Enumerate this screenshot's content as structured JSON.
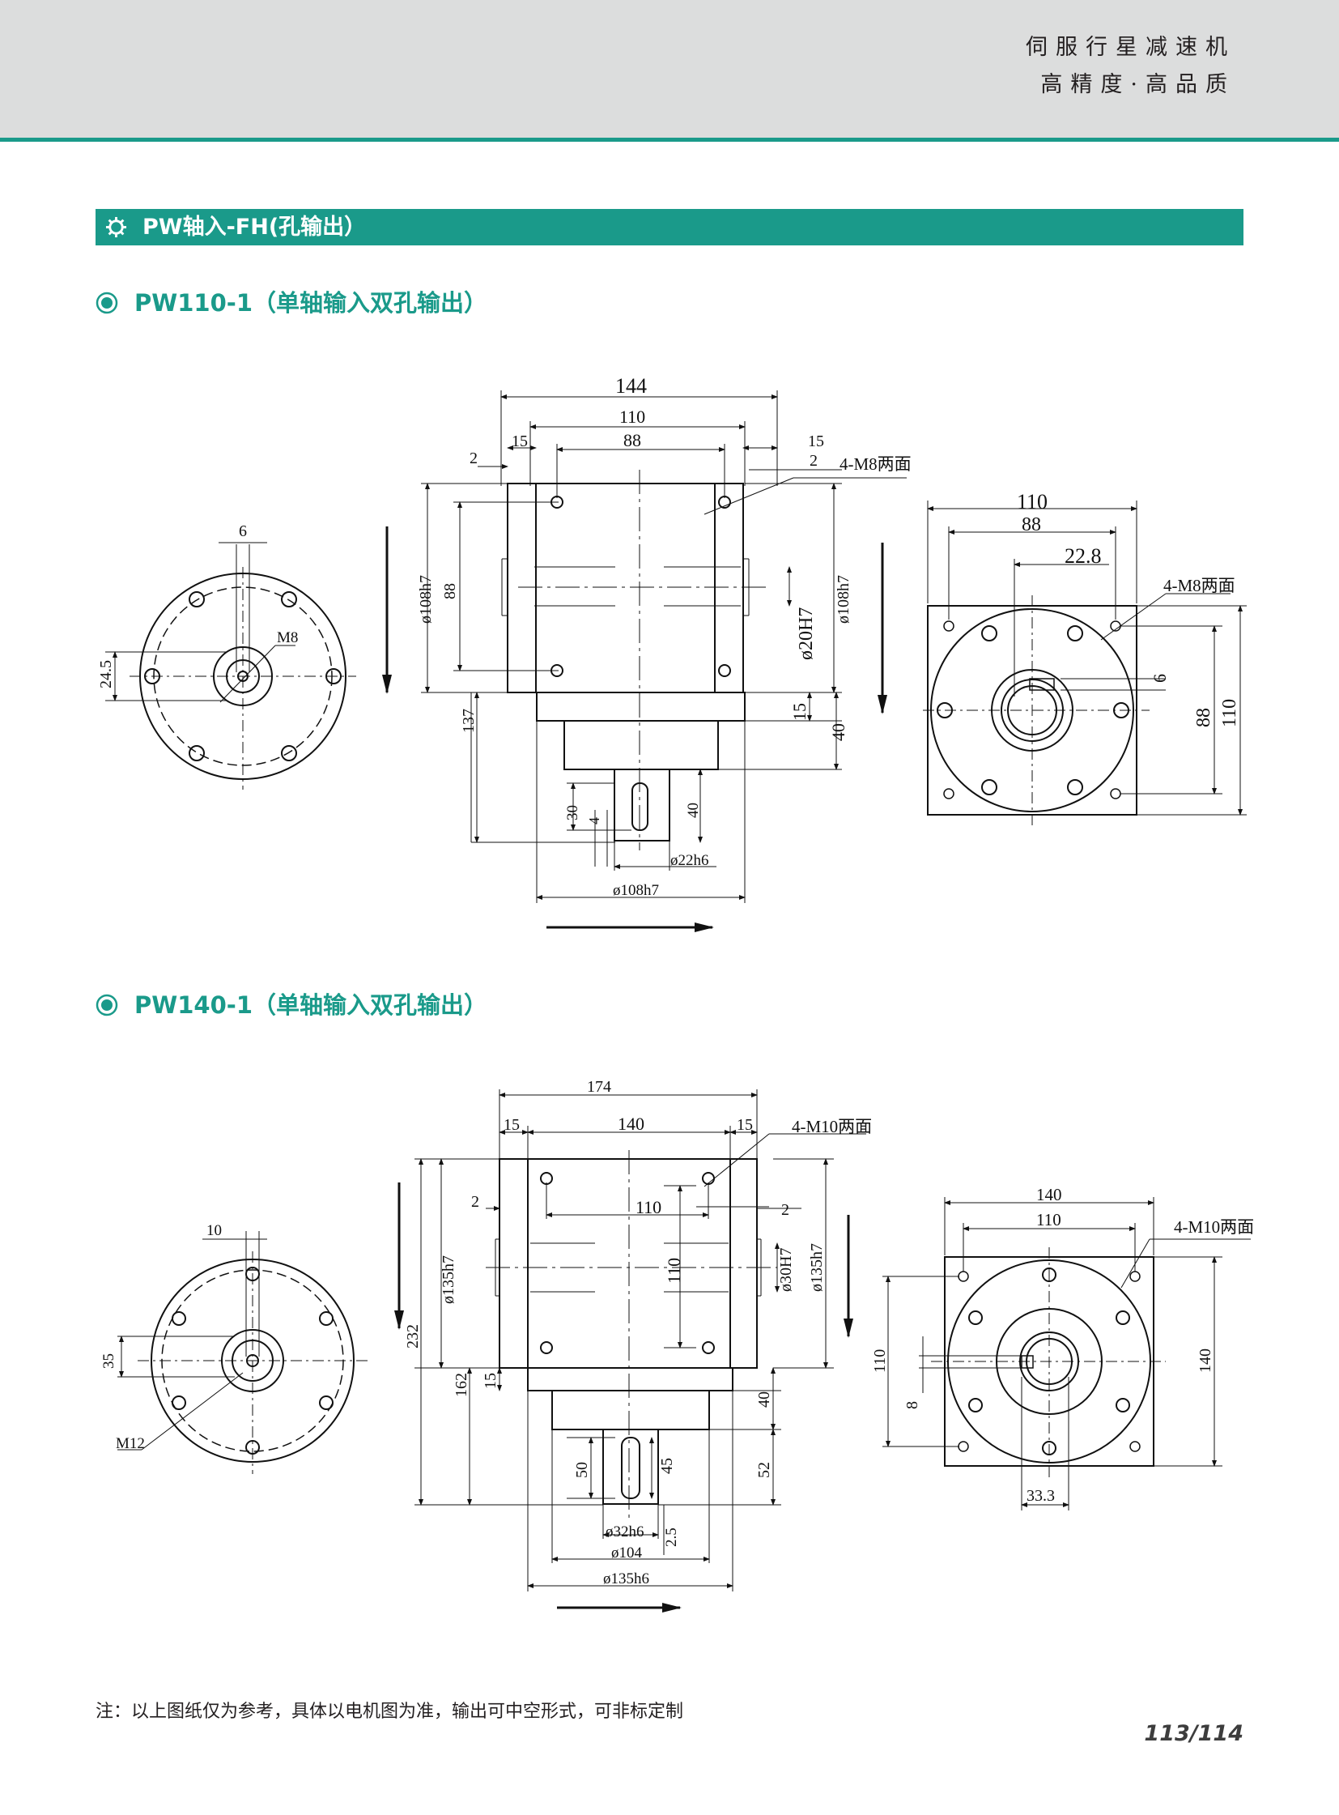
{
  "header": {
    "line1": "伺服行星减速机",
    "line2": "高精度·高品质"
  },
  "section": {
    "title": "PW轴入-FH(孔输出）"
  },
  "models": [
    {
      "title": "PW110-1（单轴输入双孔输出）"
    },
    {
      "title": "PW140-1（单轴输入双孔输出）"
    }
  ],
  "dims110": {
    "d144": "144",
    "d110": "110",
    "d88": "88",
    "d15a": "15",
    "d15b": "15",
    "d2a": "2",
    "d2b": "2",
    "bolt": "4-M8两面",
    "phi108a": "ø108h7",
    "phi108b": "ø108h7",
    "d88v": "88",
    "phi20": "ø20H7",
    "d137": "137",
    "d15v": "15",
    "d40": "40",
    "d30": "30",
    "d4": "4",
    "d40b": "40",
    "phi22": "ø22h6",
    "phi108c": "ø108h7",
    "d6": "6",
    "m8": "M8",
    "d245": "24.5",
    "r110": "110",
    "r88": "88",
    "r228": "22.8",
    "rbolt": "4-M8两面",
    "r6": "6",
    "r88v": "88",
    "r110v": "110"
  },
  "dims140": {
    "d174": "174",
    "d15a": "15",
    "d140": "140",
    "d15b": "15",
    "bolt": "4-M10两面",
    "d2a": "2",
    "d110": "110",
    "d2b": "2",
    "phi135a": "ø135h7",
    "d110v": "110",
    "phi30": "ø30H7",
    "phi135b": "ø135h7",
    "d232": "232",
    "d162": "162",
    "d15v": "15",
    "d40": "40",
    "d50": "50",
    "d45": "45",
    "d52": "52",
    "phi32": "ø32h6",
    "d25": "2.5",
    "phi104": "ø104",
    "phi135c": "ø135h6",
    "d10": "10",
    "d35": "35",
    "m12": "M12",
    "r140": "140",
    "r110": "110",
    "rbolt": "4-M10两面",
    "r110v": "110",
    "r8": "8",
    "r140v": "140",
    "r333": "33.3"
  },
  "footer": {
    "note": "注：以上图纸仅为参考，具体以电机图为准，输出可中空形式，可非标定制",
    "page": "113/114"
  },
  "colors": {
    "teal": "#1a9a8a",
    "header_bg": "#dcdddd"
  }
}
